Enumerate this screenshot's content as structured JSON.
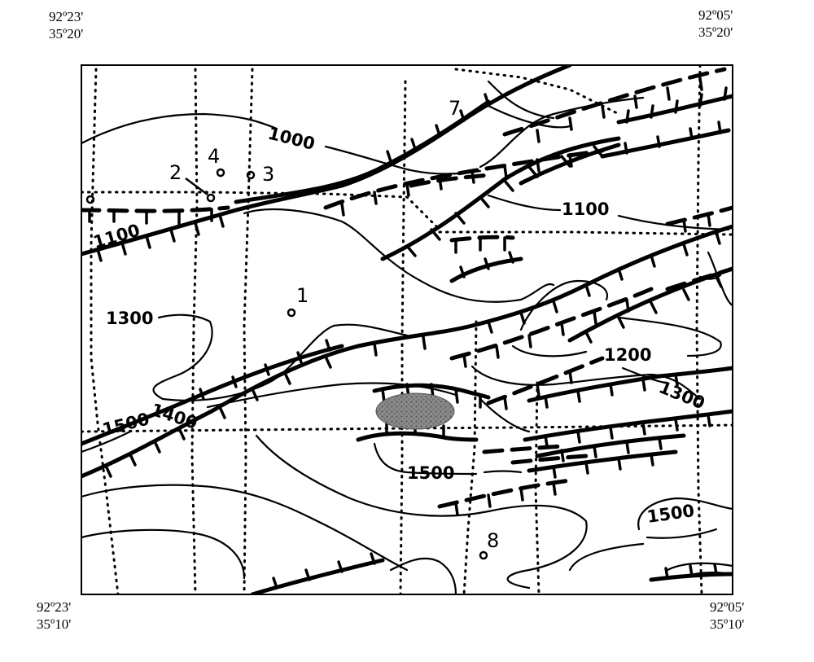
{
  "corners": {
    "top_left": {
      "lon": "92º23'",
      "lat": "35º20'"
    },
    "top_right": {
      "lon": "92º05'",
      "lat": "35º20'"
    },
    "bottom_left": {
      "lon": "92º23'",
      "lat": "35º10'"
    },
    "bottom_right": {
      "lon": "92º05'",
      "lat": "35º10'"
    }
  },
  "wells": [
    {
      "label": "1"
    },
    {
      "label": "2"
    },
    {
      "label": "3"
    },
    {
      "label": "4"
    },
    {
      "label": "7"
    },
    {
      "label": "8"
    }
  ],
  "contour_labels": [
    "1000",
    "1100",
    "1100",
    "1200",
    "1300",
    "1300",
    "1400",
    "1500",
    "1500",
    "1500"
  ],
  "symbology": {
    "ink": "#000000",
    "shaded_area": "#808080"
  }
}
